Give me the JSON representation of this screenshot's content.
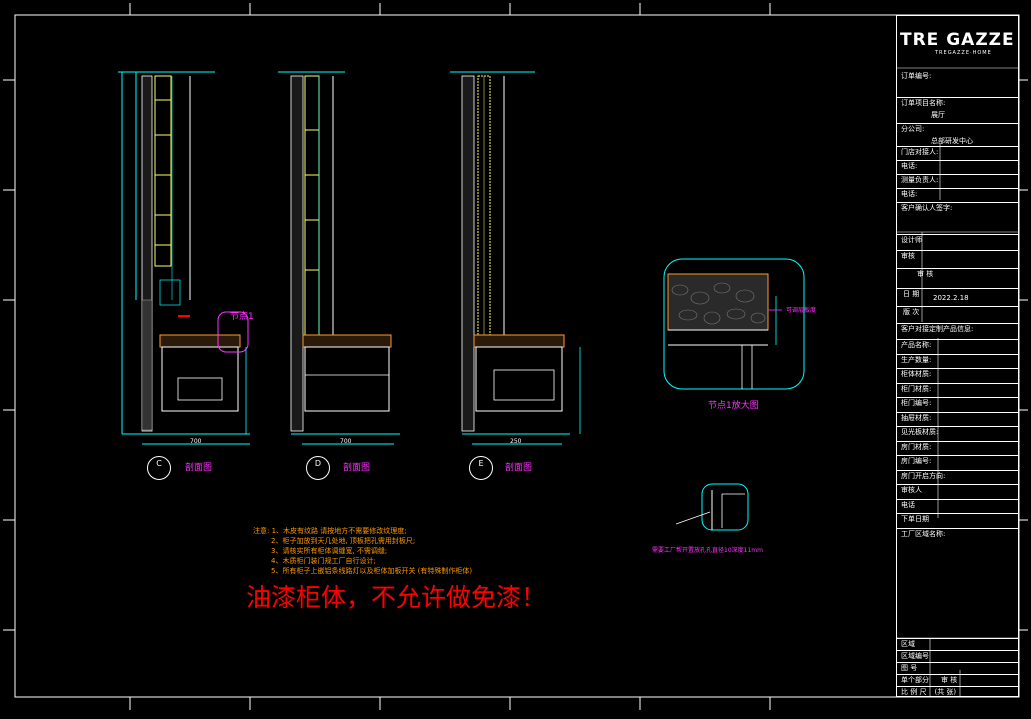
{
  "brand": {
    "logo": "TRE GAZZE",
    "sub": "TREGAZZE·HOME"
  },
  "title_block": {
    "order_no_label": "订单编号:",
    "project_label": "订单项目名称:",
    "project_value": "展厅",
    "company_label": "分公司:",
    "company_value": "总部研发中心",
    "store_label": "门店对接人:",
    "phone1_label": "电话:",
    "measure_label": "测量负责人:",
    "phone2_label": "电话:",
    "client_sign_label": "客户确认人签字:",
    "designer_label": "设计师",
    "check_label": "审核",
    "review_label": "审 核",
    "date_label": "日 期",
    "date_value": "2022.2.18",
    "version_label": "版 次",
    "order_info_label": "客户对接定制产品信息:",
    "fields": [
      "产品名称:",
      "生产数量:",
      "柜体材质:",
      "柜门材质:",
      "柜门编号:",
      "抽屉材质:",
      "见光板材质:",
      "房门材质:",
      "房门编号:",
      "房门开启方向:",
      "审核人",
      "电话",
      "下单日期",
      "工厂区域名称:"
    ],
    "bottom": [
      "区域",
      "区域编号",
      "图 号",
      "单个部分",
      "比 例 尺"
    ],
    "bottom_right": [
      "审 核",
      "(共 张)"
    ]
  },
  "sections": [
    {
      "letter": "C",
      "name": "剖面图",
      "width_dim": "700"
    },
    {
      "letter": "D",
      "name": "剖面图",
      "width_dim": "700"
    },
    {
      "letter": "E",
      "name": "剖面图",
      "width_dim": "250"
    }
  ],
  "node": {
    "label": "节点1",
    "detail_title": "节点1放大图",
    "detail_note": "可调层板度"
  },
  "small_detail": {
    "caption": "需要工厂帮开置放孔孔直径10深度11mm"
  },
  "notes": [
    "注意: 1、木皮有纹路 请按地方不需要修改纹理度;",
    "2、柜子加放到天几处地, 顶板把孔需用封板尺;",
    "3、请核实所有柜体调缝宽, 不需调缝;",
    "4、木质柜门装门规工厂自行设计;",
    "5、所有柜子上嵌铝条线路灯以及柜体加板开关 (有特殊制作柜体)"
  ],
  "warning": "油漆柜体，不允许做免漆！"
}
